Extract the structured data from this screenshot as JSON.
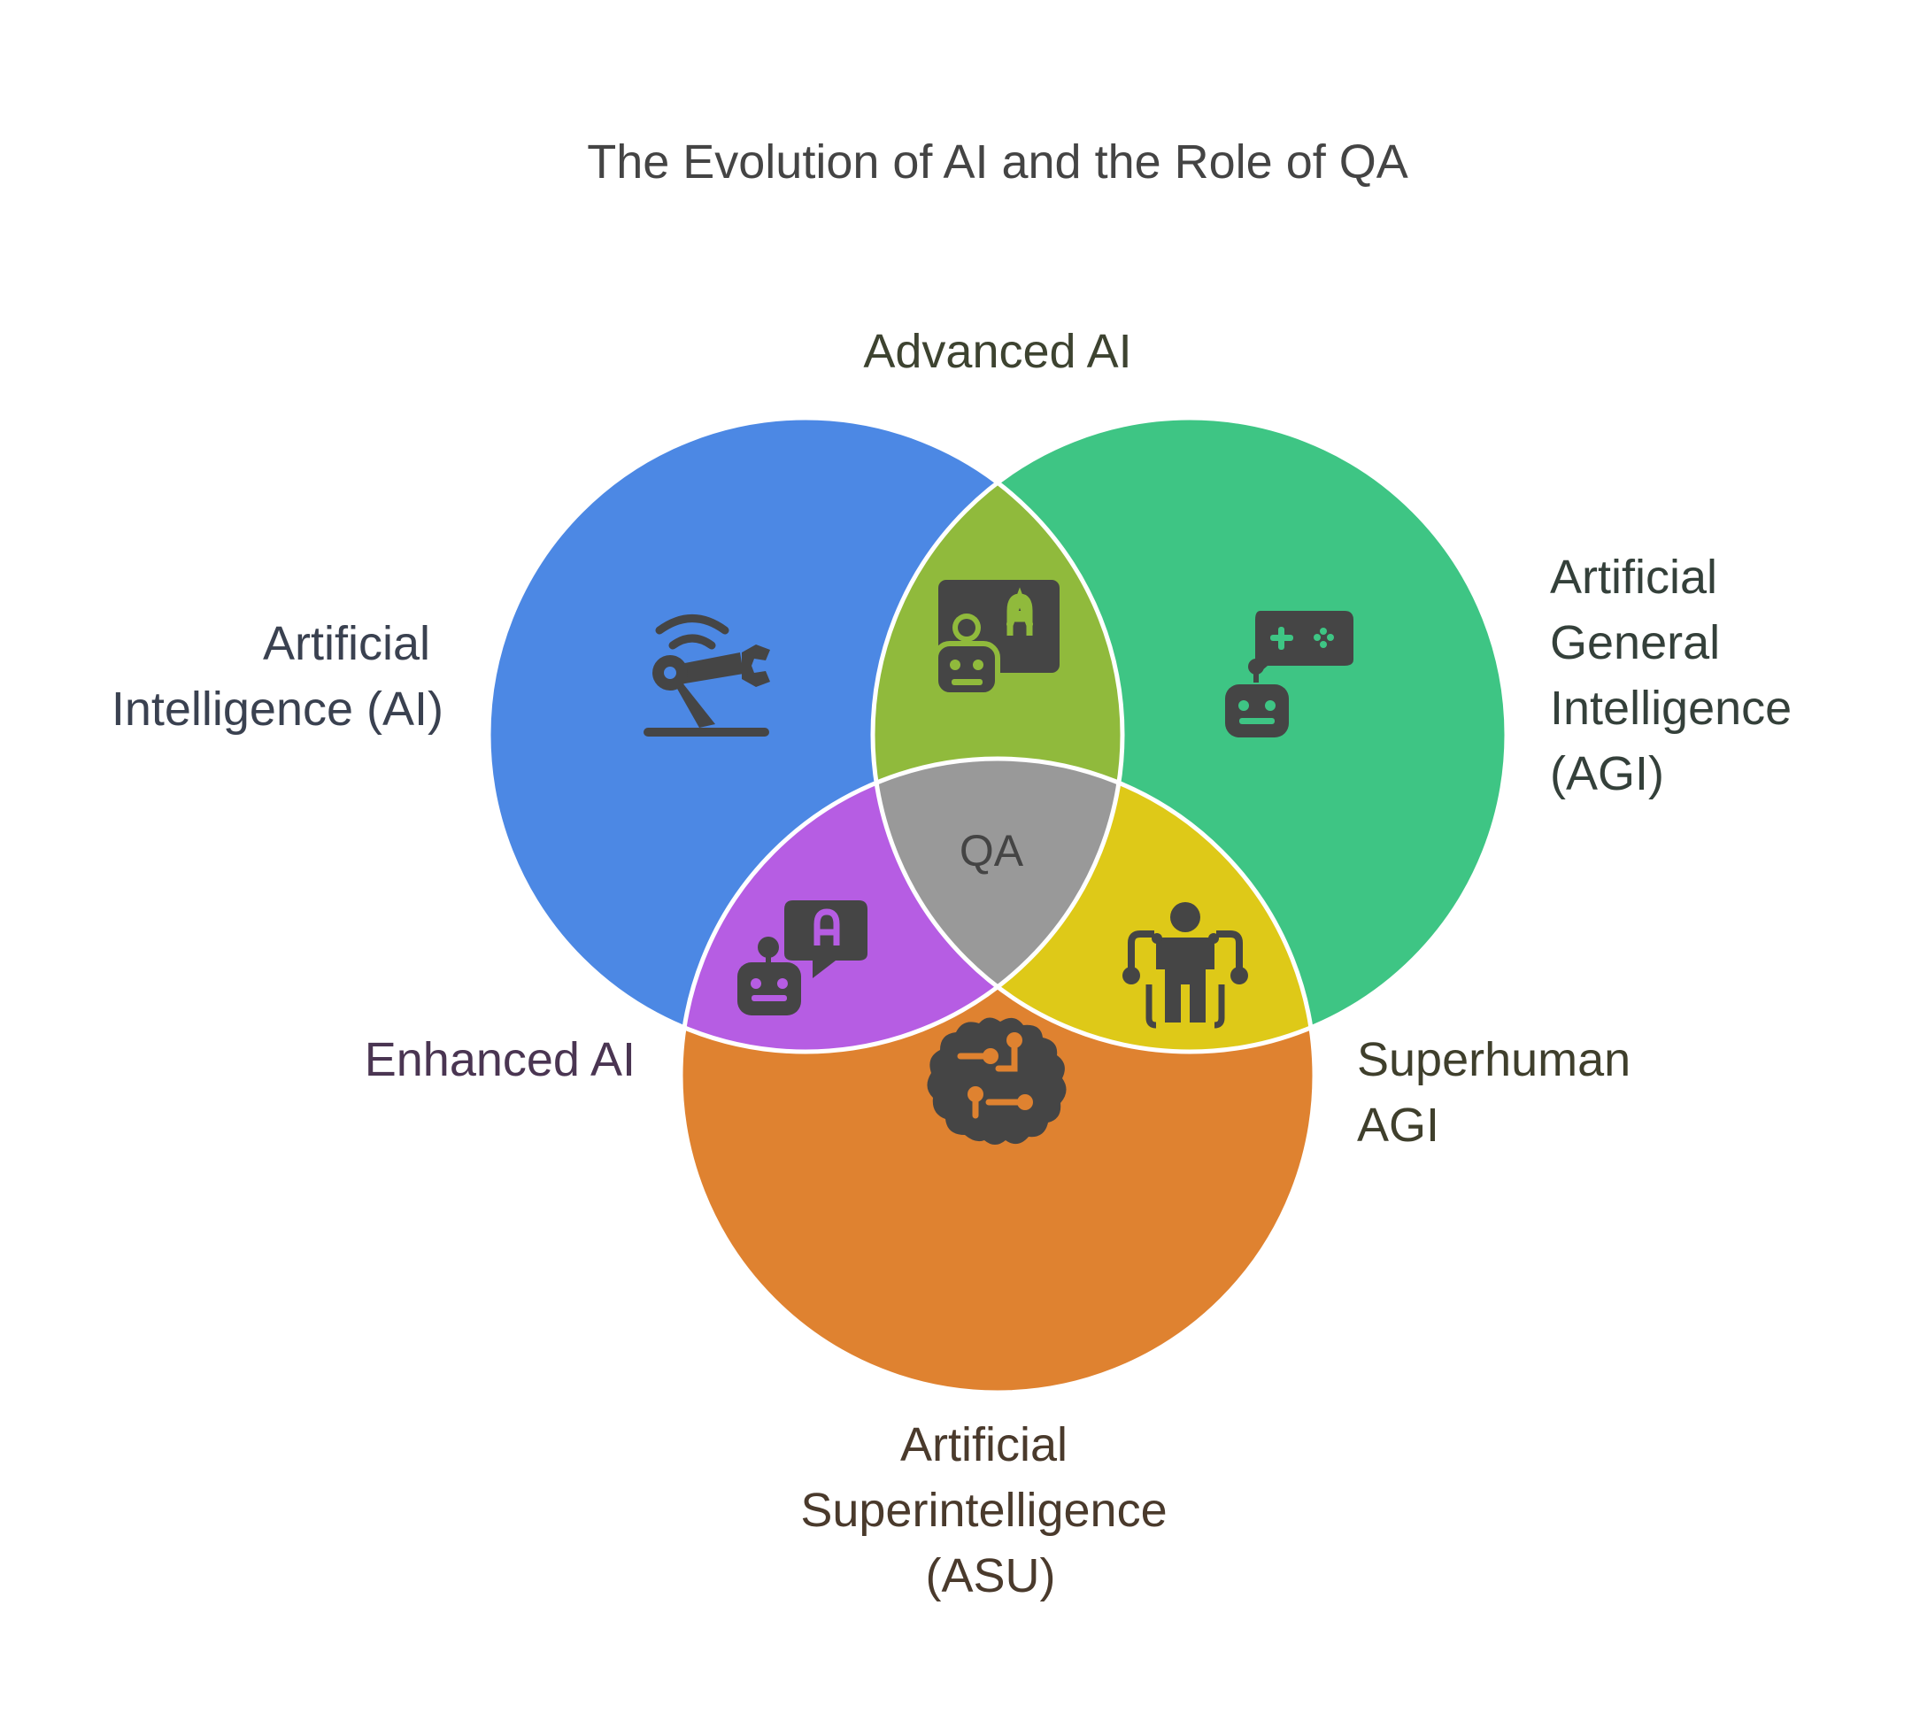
{
  "title": "The Evolution of AI and the Role of QA",
  "circles": {
    "ai": {
      "label_lines": [
        "Artificial",
        "Intelligence (AI)"
      ],
      "color": "#4c88e4",
      "label_color": "#3a4150",
      "icon": "robotic-arm-icon"
    },
    "agi": {
      "label_lines": [
        "Artificial",
        "General",
        "Intelligence",
        "(AGI)"
      ],
      "color": "#3ec584",
      "label_color": "#34403a",
      "icon": "robot-gamepad-icon"
    },
    "asu": {
      "label_lines": [
        "Artificial",
        "Superintelligence",
        "(ASU)"
      ],
      "color": "#df8230",
      "label_color": "#4a3a2c",
      "icon": "brain-circuit-icon"
    }
  },
  "overlaps": {
    "advanced_ai": {
      "label": "Advanced AI",
      "color": "#90ba3c",
      "label_color": "#3d4330",
      "icon": "robot-presenter-icon"
    },
    "enhanced_ai": {
      "label": "Enhanced AI",
      "color": "#b65de3",
      "label_color": "#4a3552",
      "icon": "robot-chat-icon"
    },
    "superhuman_agi": {
      "label_lines": [
        "Superhuman",
        "AGI"
      ],
      "color": "#dec918",
      "label_color": "#3f3f2c",
      "icon": "augmented-human-icon"
    },
    "center": {
      "label": "QA",
      "color": "#999999"
    }
  },
  "icon_color": "#454545"
}
